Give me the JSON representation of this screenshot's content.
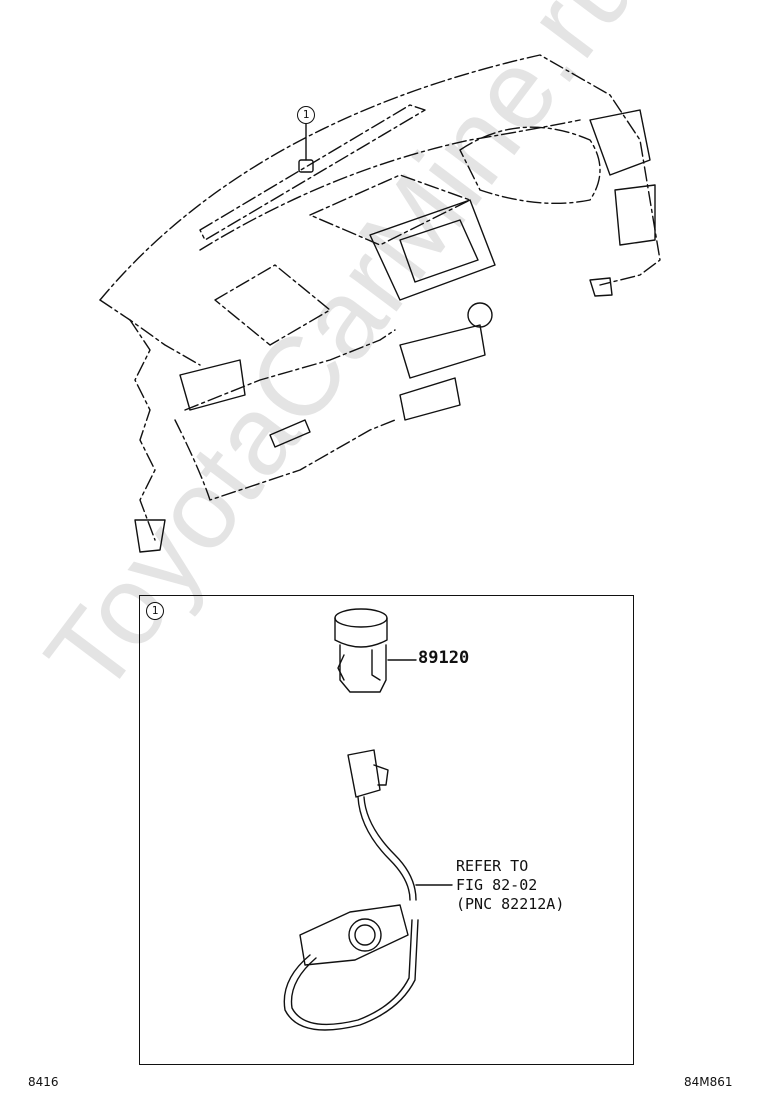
{
  "watermark": "ToyotaCarMine.ru",
  "diagram": {
    "callout_marker": "1",
    "detail_marker": "1",
    "part_number": "89120",
    "refer_note": {
      "line1": "REFER TO",
      "line2": "FIG 82-02",
      "line3": "(PNC 82212A)"
    }
  },
  "footer": {
    "left_code": "8416",
    "right_code": "84M861"
  }
}
